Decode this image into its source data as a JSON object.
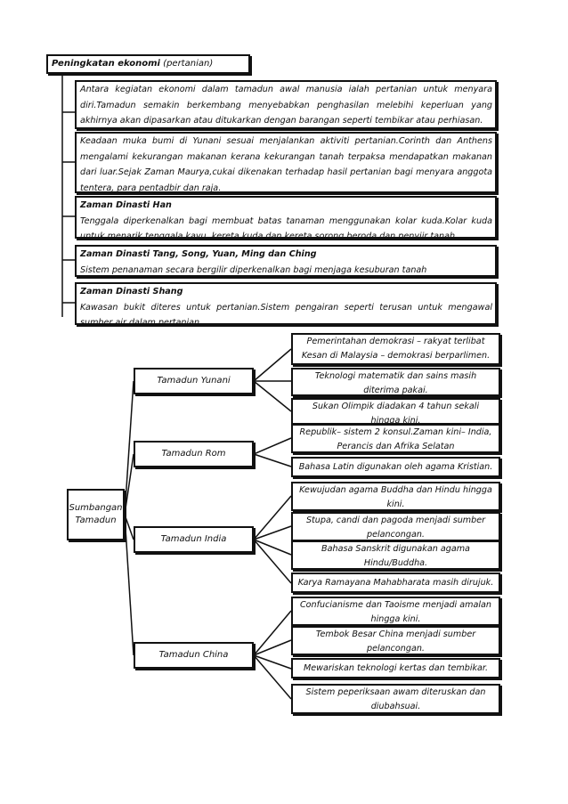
{
  "header": {
    "title": "Peningkatan ekonomi",
    "subtitle": "(pertanian)"
  },
  "paragraphs": [
    {
      "heading": "",
      "text": "Antara kegiatan ekonomi dalam tamadun awal manusia ialah pertanian untuk menyara diri.Tamadun semakin berkembang menyebabkan penghasilan melebihi keperluan yang akhirnya akan dipasarkan atau ditukarkan dengan barangan seperti tembikar atau perhiasan."
    },
    {
      "heading": "",
      "text": "Keadaan muka bumi di Yunani sesuai menjalankan aktiviti pertanian.Corinth dan Anthens mengalami kekurangan makanan kerana kekurangan tanah terpaksa mendapatkan makanan dari luar.Sejak Zaman Maurya,cukai dikenakan terhadap hasil pertanian bagi menyara anggota tentera, para pentadbir dan raja."
    },
    {
      "heading": "Zaman Dinasti Han",
      "text": "Tenggala diperkenalkan bagi membuat batas tanaman menggunakan kolar kuda.Kolar kuda untuk menarik tenggala kayu, kereta kuda dan kereta sorong beroda dan penyiir tanah"
    },
    {
      "heading": "Zaman Dinasti Tang, Song, Yuan, Ming dan Ching",
      "text": "Sistem penanaman secara bergilir diperkenalkan bagi menjaga kesuburan tanah"
    },
    {
      "heading": "Zaman Dinasti Shang",
      "text": "Kawasan bukit diteres untuk pertanian.Sistem pengairan seperti terusan untuk mengawal sumber air dalam pertanian"
    }
  ],
  "diagram": {
    "root": "Sumbangan Tamadun",
    "branches": [
      {
        "label": "Tamadun Yunani",
        "leaves": [
          "Pemerintahan demokrasi – rakyat terlibat Kesan di Malaysia – demokrasi berparlimen.",
          "Teknologi matematik dan sains masih diterima pakai.",
          "Sukan Olimpik diadakan 4 tahun sekali hingga kini."
        ]
      },
      {
        "label": "Tamadun Rom",
        "leaves": [
          "Republik– sistem 2 konsul.Zaman kini– India, Perancis dan Afrika Selatan",
          "Bahasa Latin digunakan oleh agama Kristian."
        ]
      },
      {
        "label": "Tamadun India",
        "leaves": [
          "Kewujudan agama Buddha dan Hindu hingga kini.",
          "Stupa, candi dan pagoda menjadi sumber pelancongan.",
          "Bahasa Sanskrit digunakan agama Hindu/Buddha.",
          "Karya Ramayana Mahabharata masih dirujuk."
        ]
      },
      {
        "label": "Tamadun China",
        "leaves": [
          "Confucianisme dan Taoisme menjadi amalan hingga kini.",
          "Tembok Besar China menjadi sumber pelancongan.",
          "Mewariskan teknologi kertas dan tembikar.",
          "Sistem peperiksaan awam diteruskan dan diubahsuai."
        ]
      }
    ]
  }
}
